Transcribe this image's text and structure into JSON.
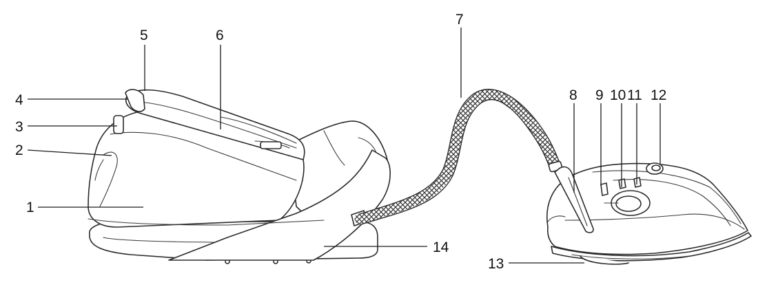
{
  "callouts": {
    "c1": "1",
    "c2": "2",
    "c3": "3",
    "c4": "4",
    "c5": "5",
    "c6": "6",
    "c7": "7",
    "c8": "8",
    "c9": "9",
    "c10": "10",
    "c11": "11",
    "c12": "12",
    "c13": "13",
    "c14": "14"
  },
  "colors": {
    "line": "#2a2a2a",
    "background": "#ffffff",
    "text": "#111111"
  }
}
